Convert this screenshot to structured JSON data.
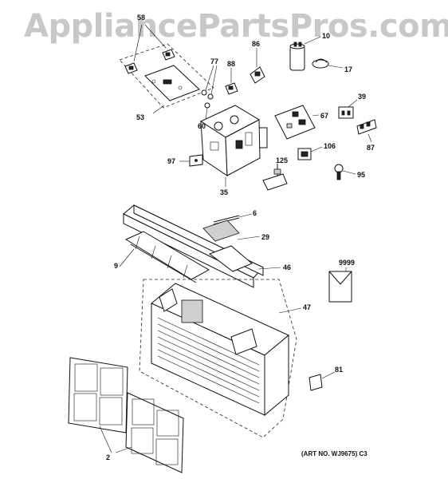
{
  "watermark": "AppliancePartsPros.com",
  "art_number": "(ART NO. WJ9675) C3",
  "callouts": {
    "p58": "58",
    "p86": "86",
    "p10": "10",
    "p77": "77",
    "p88": "88",
    "p17": "17",
    "p39": "39",
    "p53": "53",
    "p67": "67",
    "p60": "60",
    "p87": "87",
    "p106": "106",
    "p97": "97",
    "p125": "125",
    "p95": "95",
    "p35": "35",
    "p6": "6",
    "p29": "29",
    "p9": "9",
    "p46": "46",
    "p9999": "9999",
    "p47": "47",
    "p81": "81",
    "p2": "2"
  }
}
